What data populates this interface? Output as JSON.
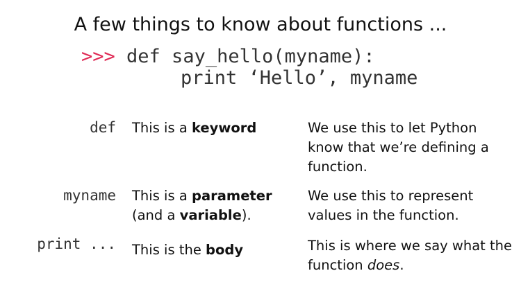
{
  "title": "A few things to know about functions ...",
  "code": {
    "prompt": ">>>",
    "line1": " def say_hello(myname):",
    "line2": "print ‘Hello’, myname"
  },
  "colors": {
    "prompt": "#e02a55"
  },
  "rows": [
    {
      "term": "def",
      "desc_pre": "This is a ",
      "desc_bold": "keyword",
      "desc_paren_pre": "",
      "desc_paren_bold": "",
      "desc_paren_post": "",
      "note_pre": "We use this to let Python know that we’re defining a function.",
      "note_em": "",
      "note_post": ""
    },
    {
      "term": "myname",
      "desc_pre": "This is a ",
      "desc_bold": "parameter",
      "desc_paren_pre": "(and a ",
      "desc_paren_bold": "variable",
      "desc_paren_post": ").",
      "note_pre": "We use this to represent values in the function.",
      "note_em": "",
      "note_post": ""
    },
    {
      "term": "print ...",
      "desc_pre": "This is the ",
      "desc_bold": "body",
      "desc_paren_pre": "",
      "desc_paren_bold": "",
      "desc_paren_post": "",
      "note_pre": "This is where we say what the function ",
      "note_em": "does",
      "note_post": "."
    }
  ]
}
